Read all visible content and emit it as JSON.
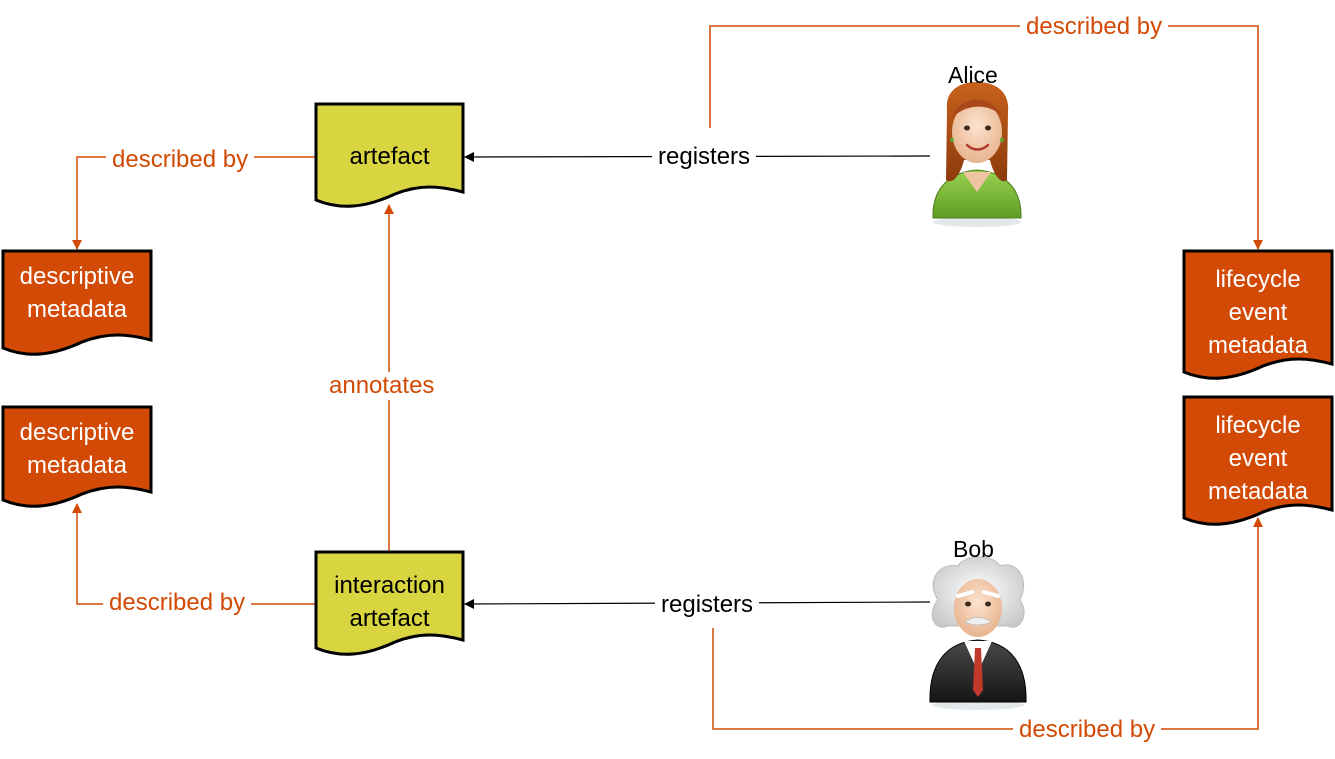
{
  "colors": {
    "artefact_fill": "#d8d540",
    "metadata_fill": "#d24a05",
    "relation_orange": "#d24a05",
    "relation_black": "#000000",
    "alice_shirt": "#7bbd3a",
    "bob_suit": "#2a2a2a"
  },
  "nodes": {
    "artefact": {
      "lines": [
        "artefact"
      ]
    },
    "interaction_artefact": {
      "lines": [
        "interaction",
        "artefact"
      ]
    },
    "descriptive_metadata_top": {
      "lines": [
        "descriptive",
        "metadata"
      ]
    },
    "descriptive_metadata_bottom": {
      "lines": [
        "descriptive",
        "metadata"
      ]
    },
    "lifecycle_top": {
      "lines": [
        "lifecycle",
        "event",
        "metadata"
      ]
    },
    "lifecycle_bottom": {
      "lines": [
        "lifecycle",
        "event",
        "metadata"
      ]
    }
  },
  "people": {
    "alice": {
      "name": "Alice",
      "icon": "woman-avatar-icon"
    },
    "bob": {
      "name": "Bob",
      "icon": "scientist-avatar-icon"
    }
  },
  "edges": {
    "alice_registers": "registers",
    "bob_registers": "registers",
    "artefact_described_by": "described by",
    "interaction_described_by": "described by",
    "alice_described_by": "described by",
    "bob_described_by": "described by",
    "annotates": "annotates"
  }
}
